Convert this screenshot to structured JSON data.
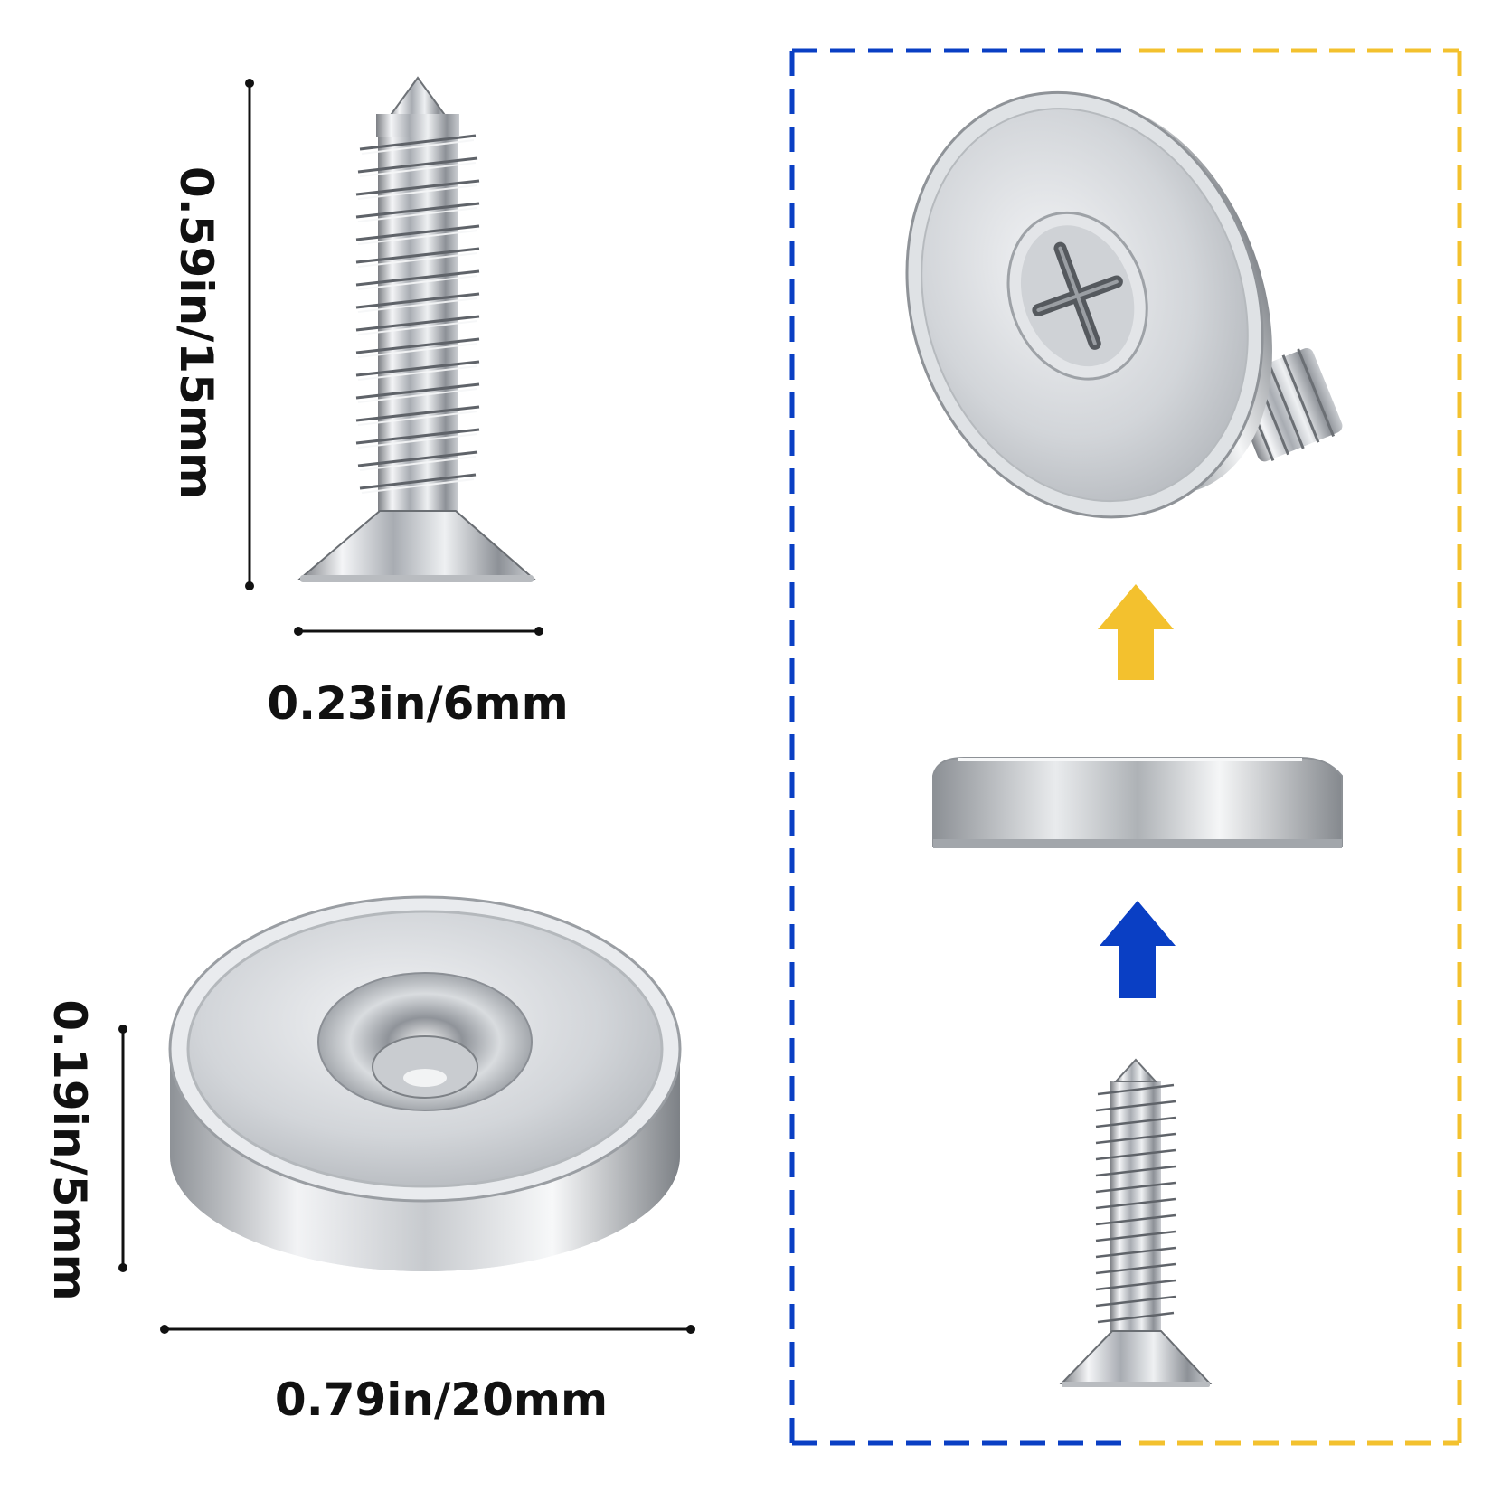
{
  "dimensions": {
    "screw_length": "0.59in/15mm",
    "screw_width": "0.23in/6mm",
    "magnet_height": "0.19in/5mm",
    "magnet_diameter": "0.79in/20mm"
  },
  "colors": {
    "blue": "#0a3fc4",
    "yellow": "#f3c12e",
    "line": "#111111",
    "background": "#ffffff"
  },
  "icons": {
    "up_arrow_yellow": "arrow-up-icon",
    "up_arrow_blue": "arrow-up-icon"
  }
}
